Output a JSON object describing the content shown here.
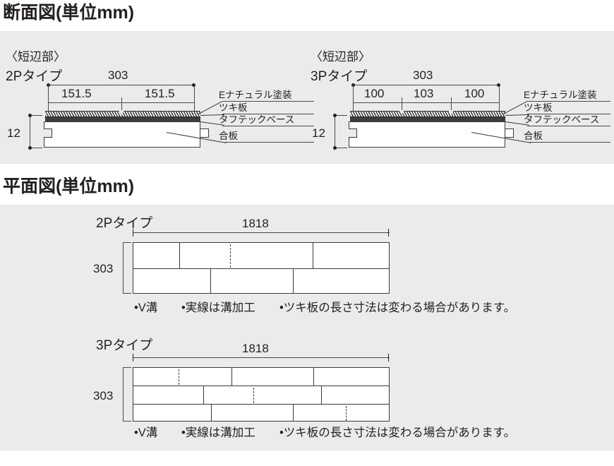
{
  "sections": {
    "cross_section": {
      "title": "断面図(単位mm)",
      "panels": [
        {
          "edge_label": "〈短辺部〉",
          "type_label": "2Pタイプ",
          "total_dim": "303",
          "sub_dims": [
            "151.5",
            "151.5"
          ],
          "thickness_dim": "12",
          "layer_labels": [
            "Eナチュラル塗装",
            "ツキ板",
            "タフテックベース",
            "合板"
          ]
        },
        {
          "edge_label": "〈短辺部〉",
          "type_label": "3Pタイプ",
          "total_dim": "303",
          "sub_dims": [
            "100",
            "103",
            "100"
          ],
          "thickness_dim": "12",
          "layer_labels": [
            "Eナチュラル塗装",
            "ツキ板",
            "タフテックベース",
            "合板"
          ]
        }
      ]
    },
    "plan_view": {
      "title": "平面図(単位mm)",
      "panels": [
        {
          "type_label": "2Pタイプ",
          "length_dim": "1818",
          "width_dim": "303",
          "notes": [
            "•V溝",
            "•実線は溝加工",
            "•ツキ板の長さ寸法は変わる場合があります。"
          ]
        },
        {
          "type_label": "3Pタイプ",
          "length_dim": "1818",
          "width_dim": "303",
          "notes": [
            "•V溝",
            "•実線は溝加工",
            "•ツキ板の長さ寸法は変わる場合があります。"
          ]
        }
      ]
    }
  },
  "colors": {
    "panel_bg": "#ebebeb",
    "ink": "#231f20",
    "line": "#3a3a3a",
    "base_dark": "#3c3c3c"
  }
}
